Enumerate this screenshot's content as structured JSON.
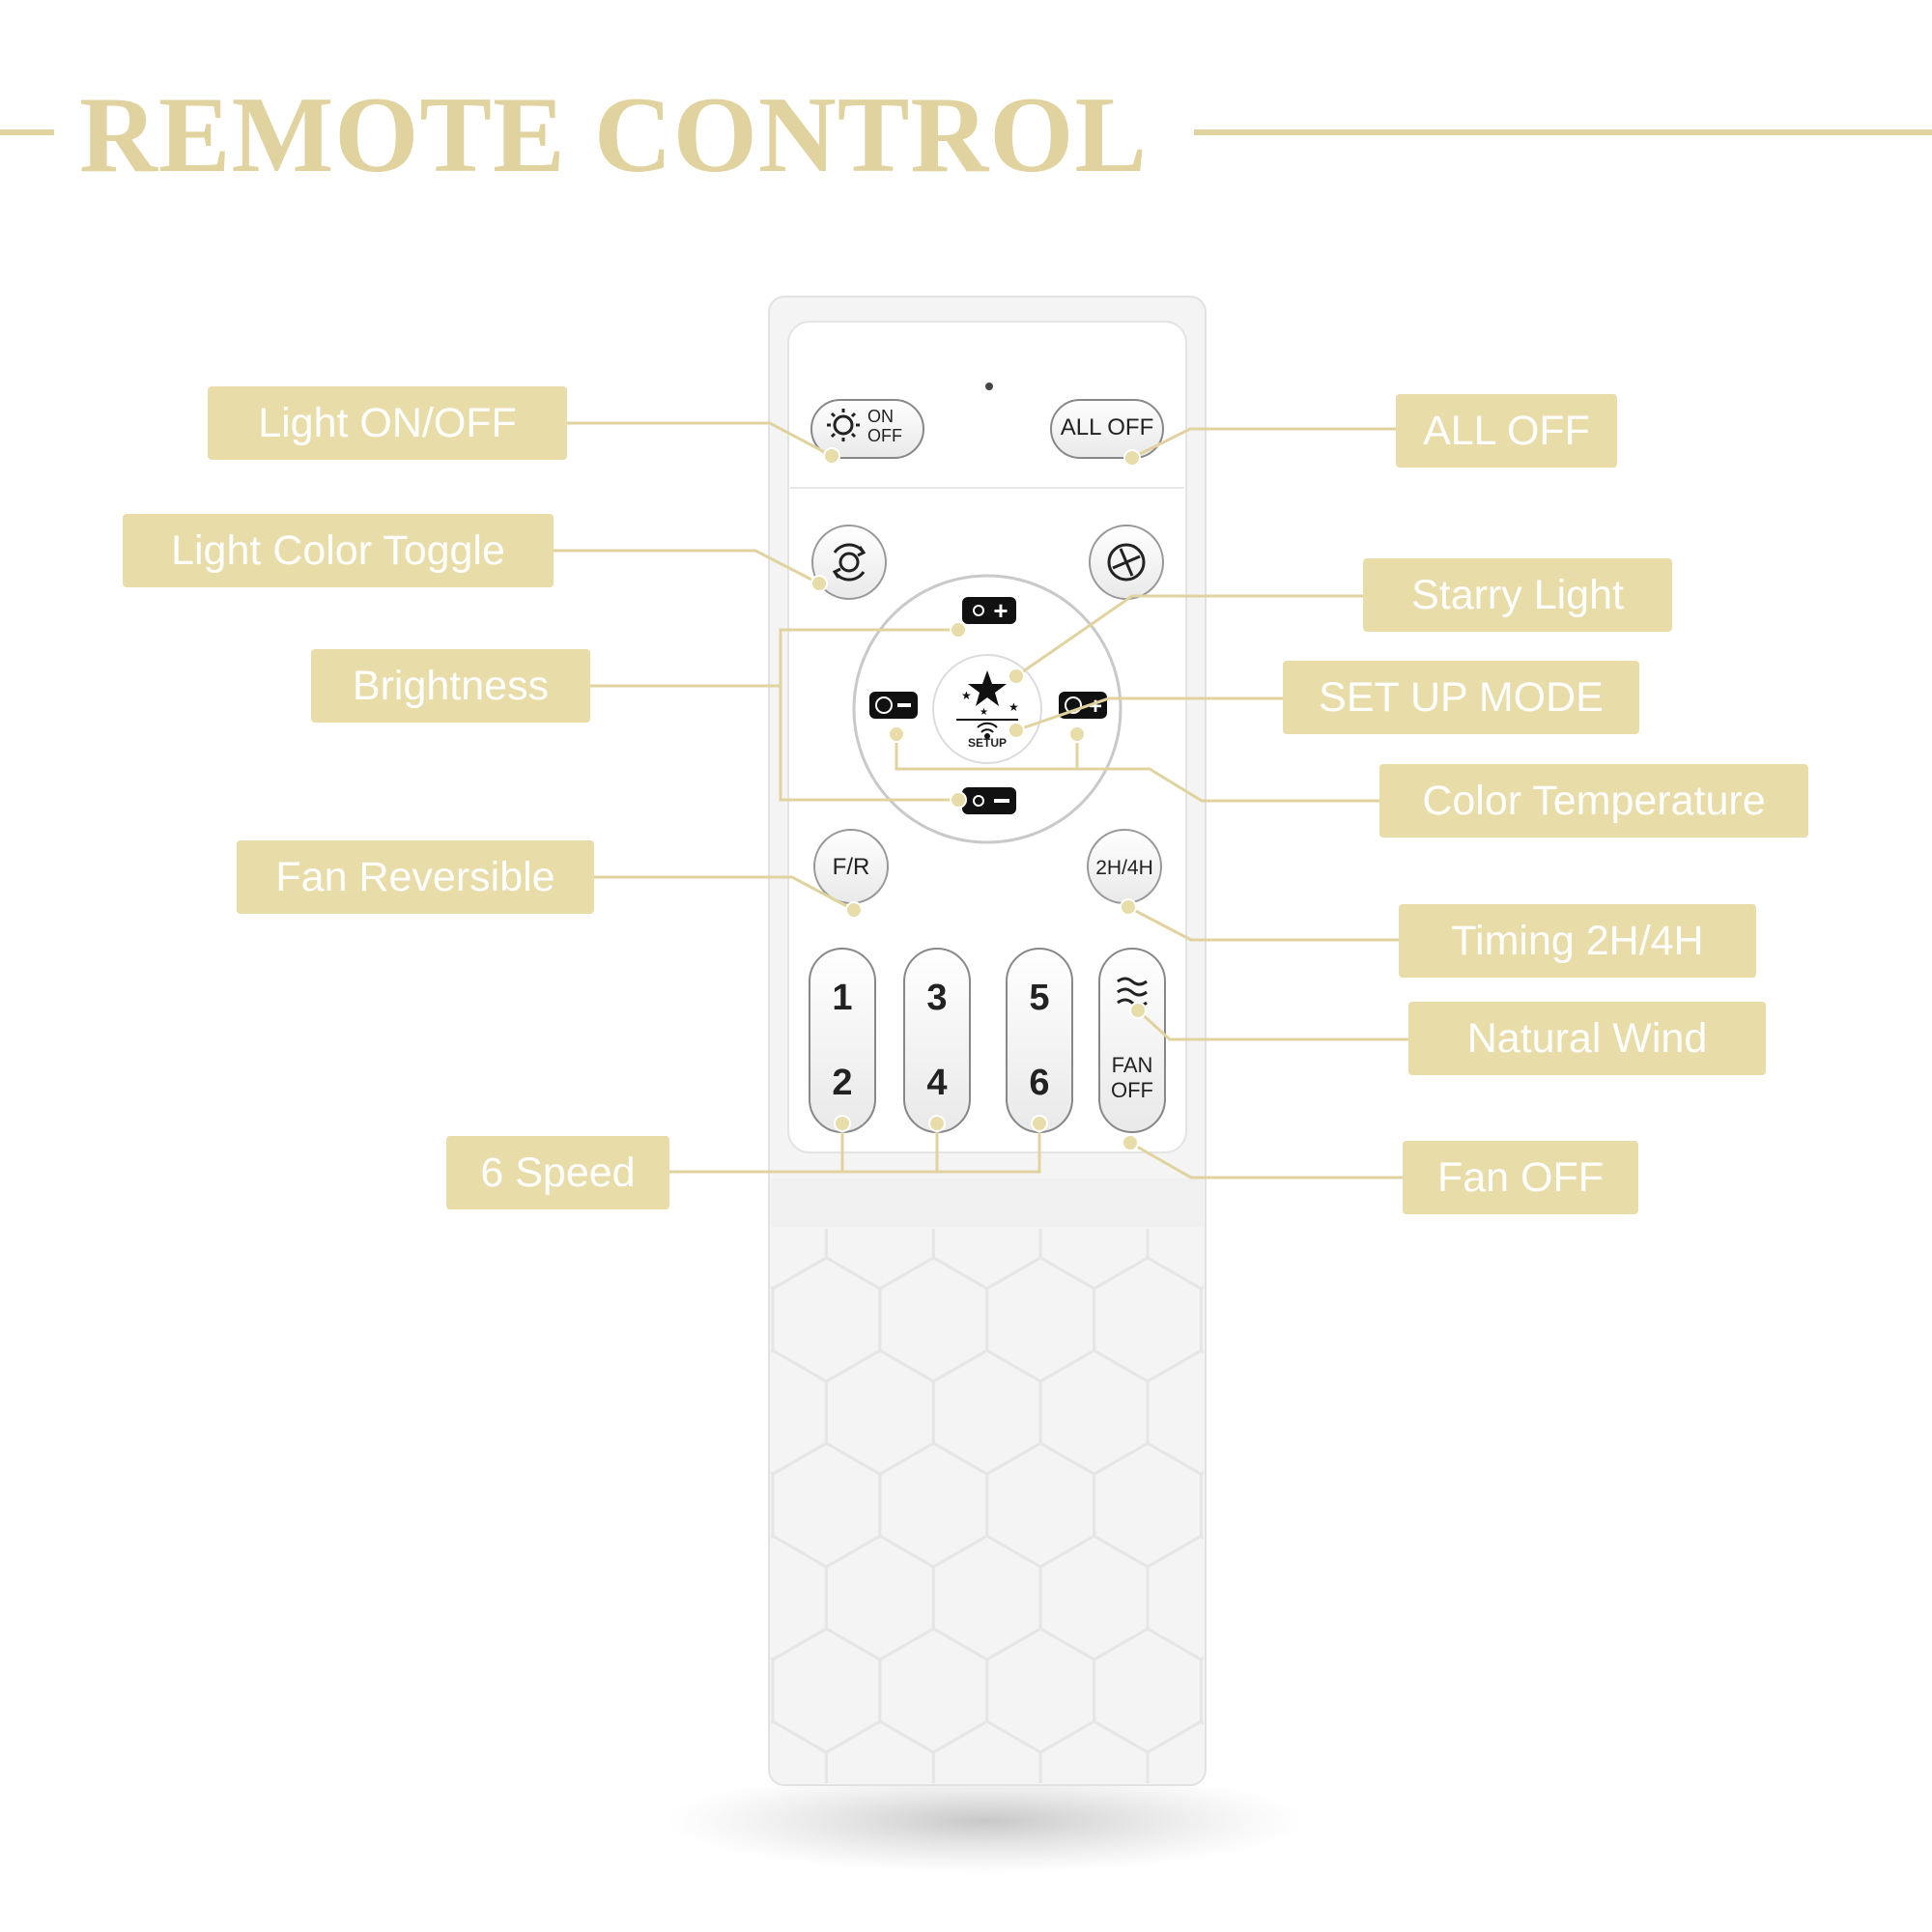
{
  "title": "REMOTE CONTROL",
  "colors": {
    "accent": "#e0d39f",
    "label_bg": "#e8dca8",
    "label_text": "#ffffff"
  },
  "labels": {
    "light_on_off": "Light ON/OFF",
    "light_color_toggle": "Light Color Toggle",
    "brightness": "Brightness",
    "fan_reversible": "Fan Reversible",
    "six_speed": "6 Speed",
    "all_off": "ALL OFF",
    "starry_light": "Starry Light",
    "set_up_mode": "SET UP MODE",
    "color_temperature": "Color Temperature",
    "timing": "Timing 2H/4H",
    "natural_wind": "Natural Wind",
    "fan_off": "Fan OFF"
  },
  "buttons": {
    "on": "ON",
    "off": "OFF",
    "all_off": "ALL OFF",
    "setup": "SETUP",
    "fr": "F/R",
    "timer": "2H/4H",
    "speeds": [
      "1",
      "2",
      "3",
      "4",
      "5",
      "6"
    ],
    "fan": "FAN",
    "fan_off": "OFF"
  },
  "icons": [
    "sun-icon",
    "color-cycle-icon",
    "fan-blade-icon",
    "star-icon",
    "wifi-icon",
    "wind-icon",
    "kelvin-icon",
    "brightness-icon"
  ]
}
